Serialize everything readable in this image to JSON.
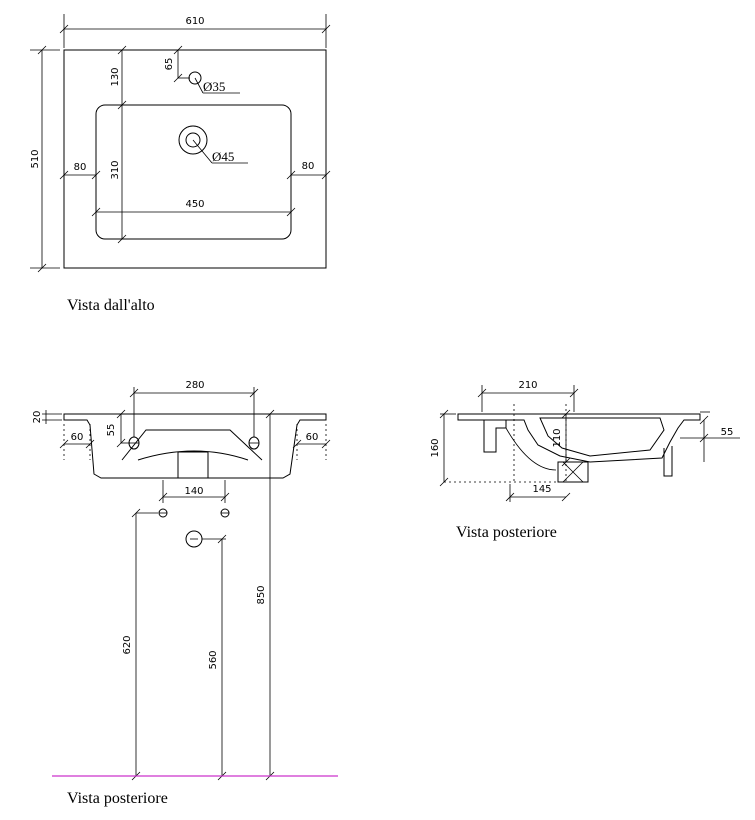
{
  "top_view": {
    "caption": "Vista dall'alto",
    "dims": {
      "width": "610",
      "depth": "510",
      "front_gap": "130",
      "tap_offset": "65",
      "tap_hole": "Ø35",
      "drain_hole": "Ø45",
      "bowl_depth": "310",
      "left_rim": "80",
      "right_rim": "80",
      "bowl_width": "450"
    }
  },
  "front_view": {
    "caption": "Vista posteriore",
    "dims": {
      "rim_thickness": "20",
      "bracket_span": "280",
      "left_overhang": "60",
      "right_overhang": "60",
      "bracket_height": "55",
      "fixing_spacing": "140",
      "fixing_height": "620",
      "drain_height": "560",
      "top_height": "850"
    }
  },
  "side_view": {
    "caption": "Vista posteriore",
    "dims": {
      "depth_to_drain": "210",
      "height": "160",
      "drain_depth": "110",
      "drain_offset": "145",
      "front_drop": "55"
    }
  },
  "colors": {
    "lines": "#000000",
    "floor": "#cc33cc"
  }
}
